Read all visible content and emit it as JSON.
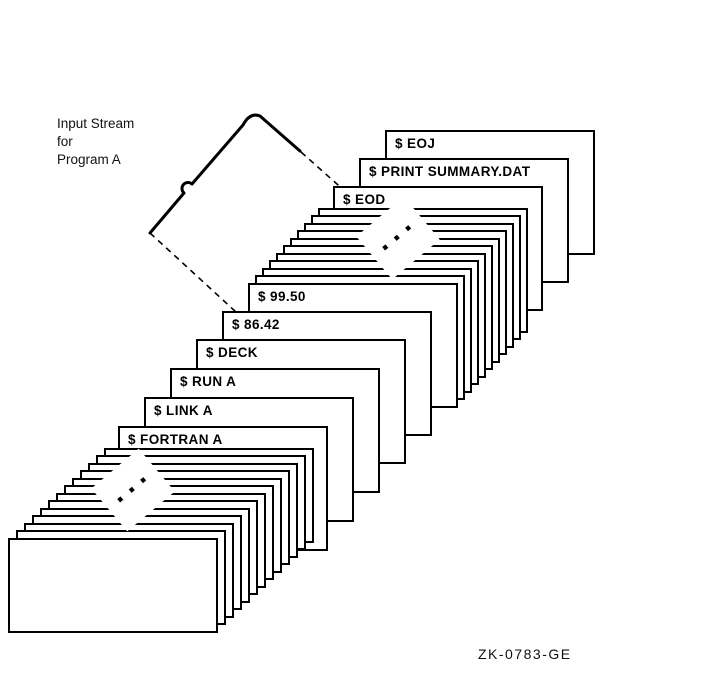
{
  "diagram": {
    "caption_lines": [
      "Input Stream",
      "for",
      "Program A"
    ],
    "figure_id": "ZK-0783-GE",
    "dots_symbol": "···",
    "cards": [
      {
        "label": "$ FORTRAN A"
      },
      {
        "label": "$ LINK A"
      },
      {
        "label": "$ RUN A"
      },
      {
        "label": "$ DECK"
      },
      {
        "label": "$ 86.42"
      },
      {
        "label": "$ 99.50"
      },
      {
        "label": "$ EOD"
      },
      {
        "label": "$ PRINT SUMMARY.DAT"
      },
      {
        "label": "$ EOJ"
      }
    ]
  }
}
